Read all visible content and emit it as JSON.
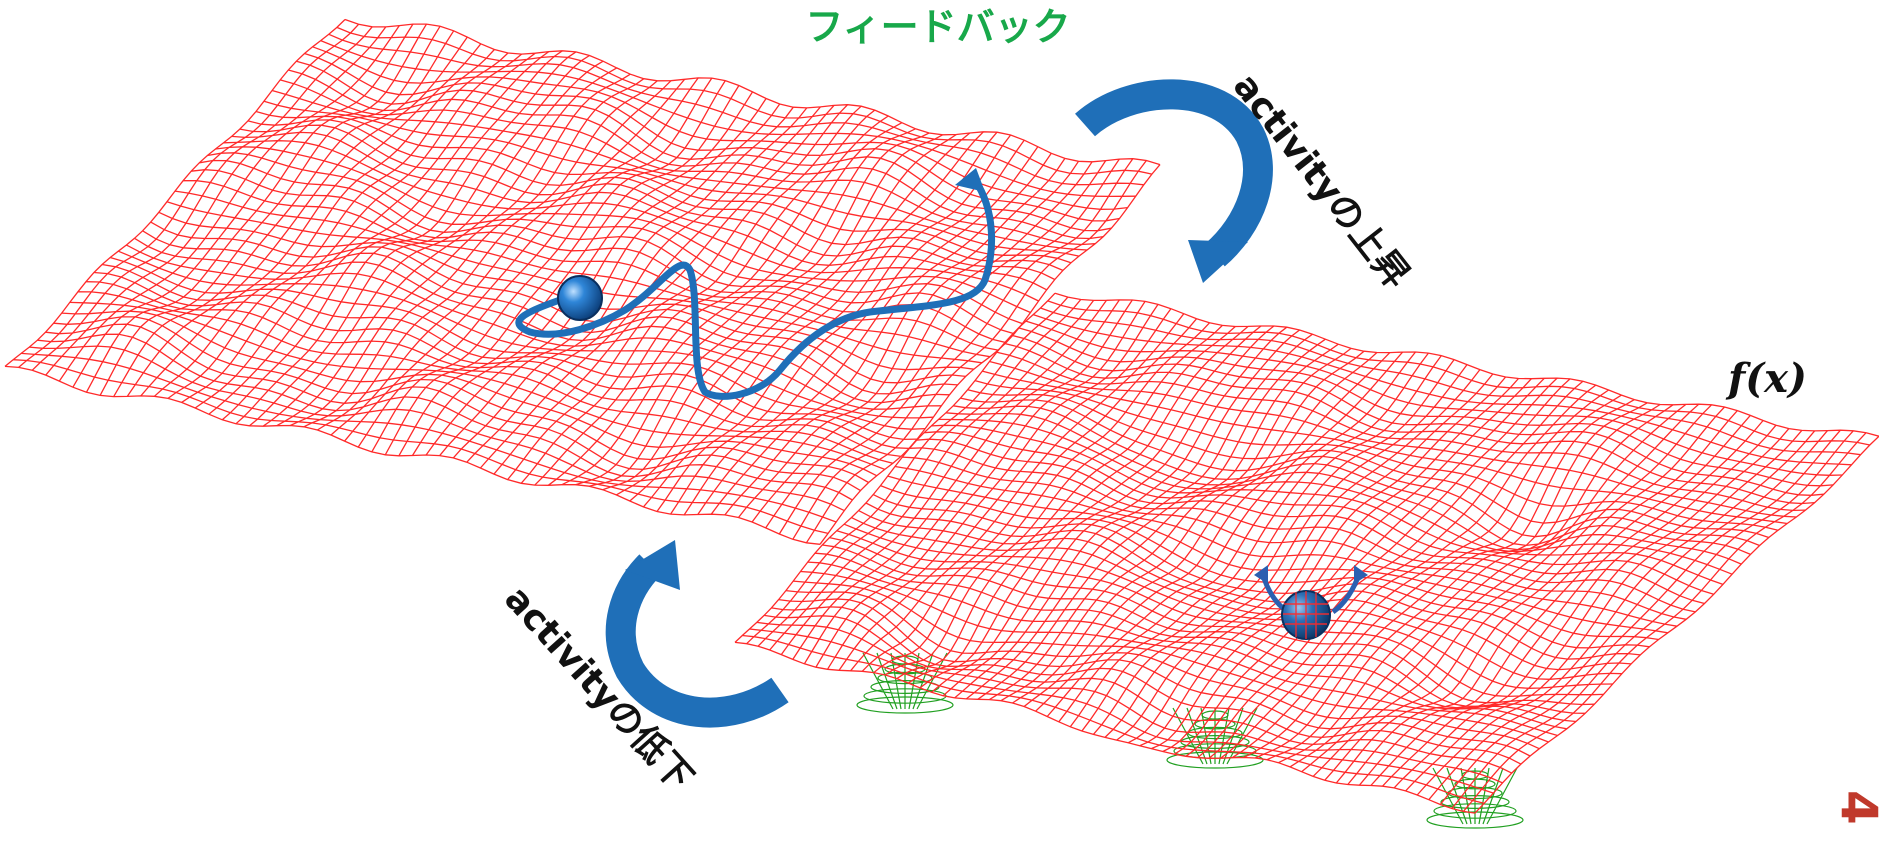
{
  "texts": {
    "feedback_title": "フィードバック",
    "label_up": "activityの上昇",
    "label_down": "activityの低下",
    "function_label": "f(x)",
    "page_number": "4"
  },
  "colors": {
    "mesh": "#ff2a2a",
    "mesh_deep": "#22a022",
    "arrow": "#1f6fb8",
    "arrow_dark": "#10589e",
    "ball": "#1d6fc4",
    "title_green": "#18a84a",
    "page_number": "#c0392b",
    "text": "#111111"
  },
  "icons": [
    "curved-arrow-icon",
    "ball-icon"
  ]
}
